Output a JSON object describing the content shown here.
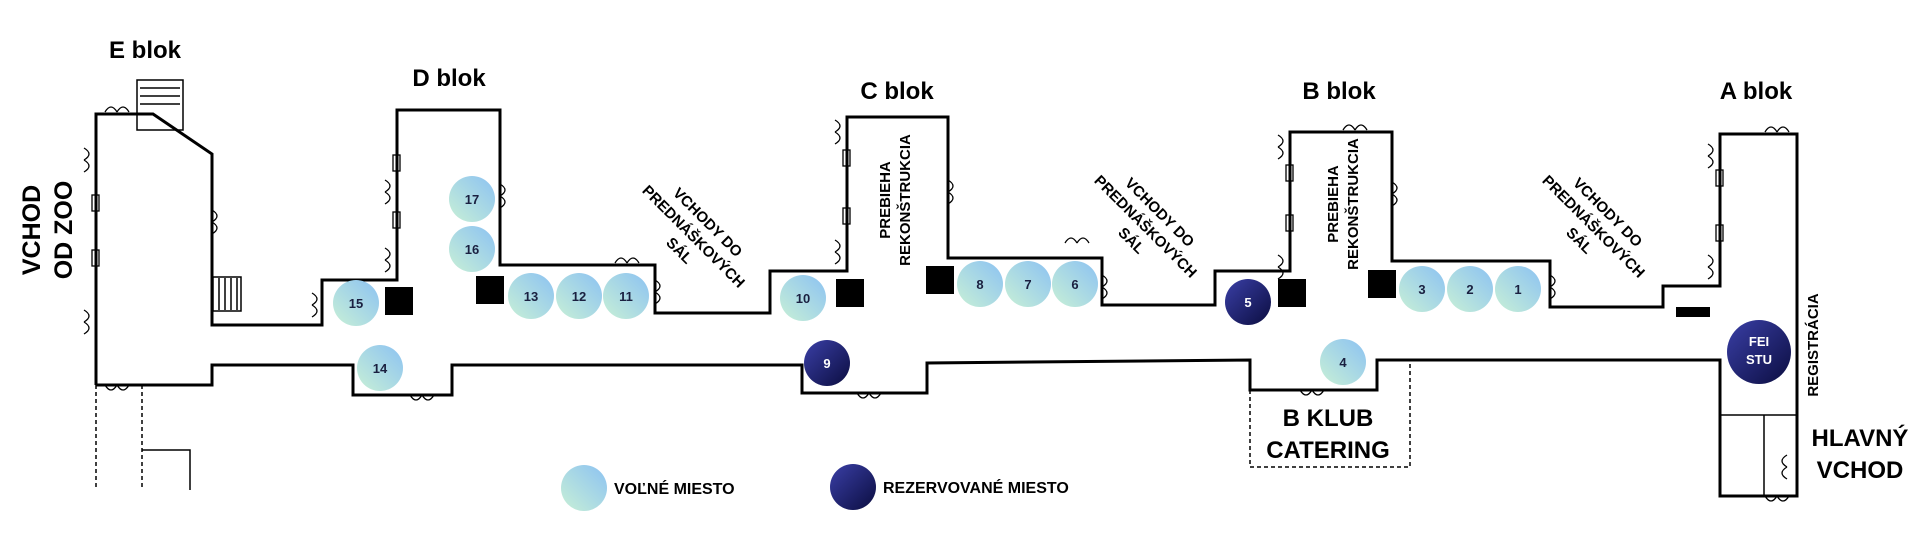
{
  "blocks": {
    "e": "E blok",
    "d": "D blok",
    "c": "C blok",
    "b": "B blok",
    "a": "A blok"
  },
  "entrance_zoo": [
    "VCHOD",
    "OD ZOO"
  ],
  "main_entrance": [
    "HLAVNÝ",
    "VCHOD"
  ],
  "registration": "REGISTRÁCIA",
  "b_klub": [
    "B KLUB",
    "CATERING"
  ],
  "lecture_hall_entrances": [
    "VCHODY DO",
    "PREDNÁŠKOVÝCH",
    "SÁL"
  ],
  "reconstruction": [
    "PREBIEHA",
    "REKONŠTRUKCIA"
  ],
  "fei_stu": [
    "FEI",
    "STU"
  ],
  "spots": [
    {
      "id": "17",
      "status": "free"
    },
    {
      "id": "16",
      "status": "free"
    },
    {
      "id": "15",
      "status": "free"
    },
    {
      "id": "14",
      "status": "free"
    },
    {
      "id": "13",
      "status": "free"
    },
    {
      "id": "12",
      "status": "free"
    },
    {
      "id": "11",
      "status": "free"
    },
    {
      "id": "10",
      "status": "free"
    },
    {
      "id": "9",
      "status": "reserved"
    },
    {
      "id": "8",
      "status": "free"
    },
    {
      "id": "7",
      "status": "free"
    },
    {
      "id": "6",
      "status": "free"
    },
    {
      "id": "5",
      "status": "reserved"
    },
    {
      "id": "4",
      "status": "free"
    },
    {
      "id": "3",
      "status": "free"
    },
    {
      "id": "2",
      "status": "free"
    },
    {
      "id": "1",
      "status": "free"
    }
  ],
  "legend": {
    "free": "VOĽNÉ MIESTO",
    "reserved": "REZERVOVANÉ MIESTO"
  },
  "colors": {
    "free_gradient": [
      "#c8f0d6",
      "#8cc2f2"
    ],
    "reserved_gradient": [
      "#3a3fa6",
      "#0b0d40"
    ],
    "wall": "#000000"
  }
}
